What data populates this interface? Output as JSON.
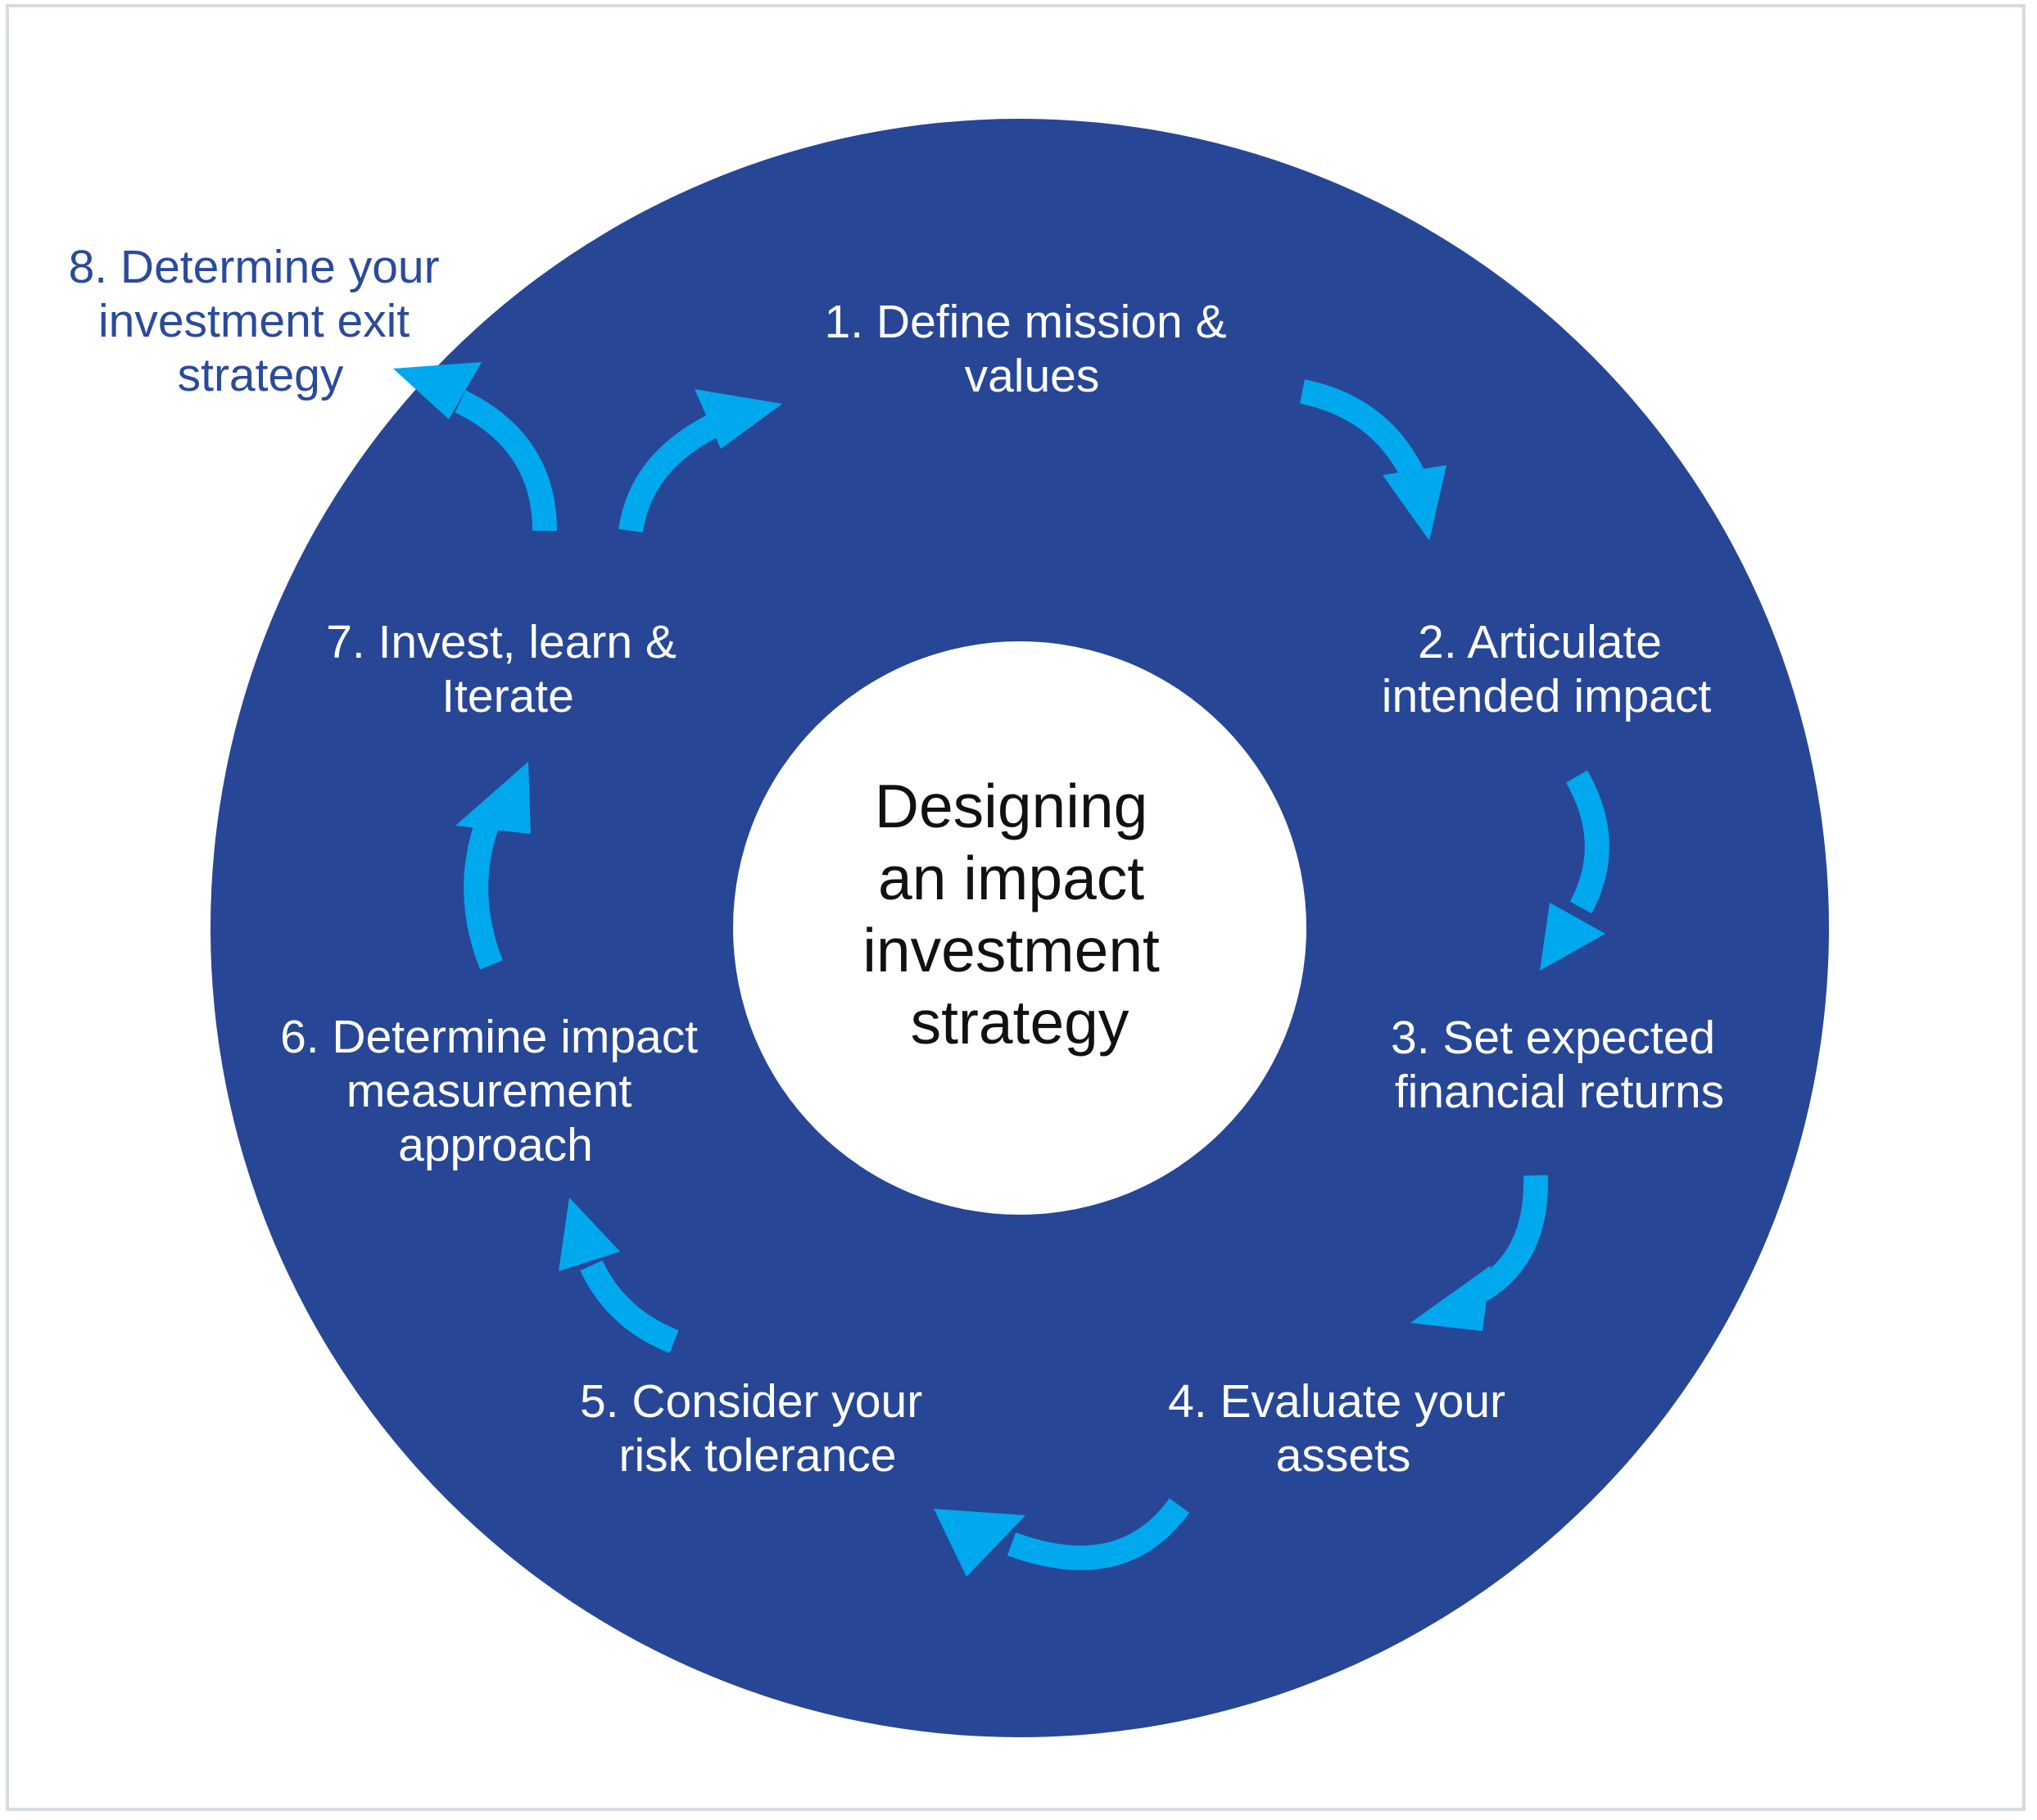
{
  "colors": {
    "ring": "#274695",
    "center": "#ffffff",
    "arrow": "#00a8ee",
    "outer_text": "#2a4a9c",
    "frame": "#d6dbe1"
  },
  "center": {
    "lines": [
      "Designing",
      "an impact",
      "investment",
      "strategy"
    ]
  },
  "steps": [
    {
      "id": "step-1",
      "lines": [
        "1. Define mission &",
        "values"
      ]
    },
    {
      "id": "step-2",
      "lines": [
        "2. Articulate",
        "intended impact"
      ]
    },
    {
      "id": "step-3",
      "lines": [
        "3. Set expected",
        "financial returns"
      ]
    },
    {
      "id": "step-4",
      "lines": [
        "4. Evaluate your",
        "assets"
      ]
    },
    {
      "id": "step-5",
      "lines": [
        "5. Consider your",
        "risk tolerance"
      ]
    },
    {
      "id": "step-6",
      "lines": [
        "6. Determine impact",
        "measurement",
        "approach"
      ]
    },
    {
      "id": "step-7",
      "lines": [
        "7. Invest, learn &",
        "Iterate"
      ]
    },
    {
      "id": "step-8",
      "lines": [
        "8. Determine your",
        "investment exit",
        "strategy"
      ]
    }
  ],
  "arrows": [
    {
      "from": "step-1",
      "to": "step-2",
      "icon": "curved-arrow-icon"
    },
    {
      "from": "step-2",
      "to": "step-3",
      "icon": "curved-arrow-icon"
    },
    {
      "from": "step-3",
      "to": "step-4",
      "icon": "curved-arrow-icon"
    },
    {
      "from": "step-4",
      "to": "step-5",
      "icon": "curved-arrow-icon"
    },
    {
      "from": "step-5",
      "to": "step-6",
      "icon": "curved-arrow-icon"
    },
    {
      "from": "step-6",
      "to": "step-7",
      "icon": "curved-arrow-icon"
    },
    {
      "from": "step-7",
      "to": "step-1",
      "icon": "curved-arrow-icon"
    },
    {
      "from": "step-7",
      "to": "step-8",
      "icon": "curved-arrow-icon"
    }
  ]
}
